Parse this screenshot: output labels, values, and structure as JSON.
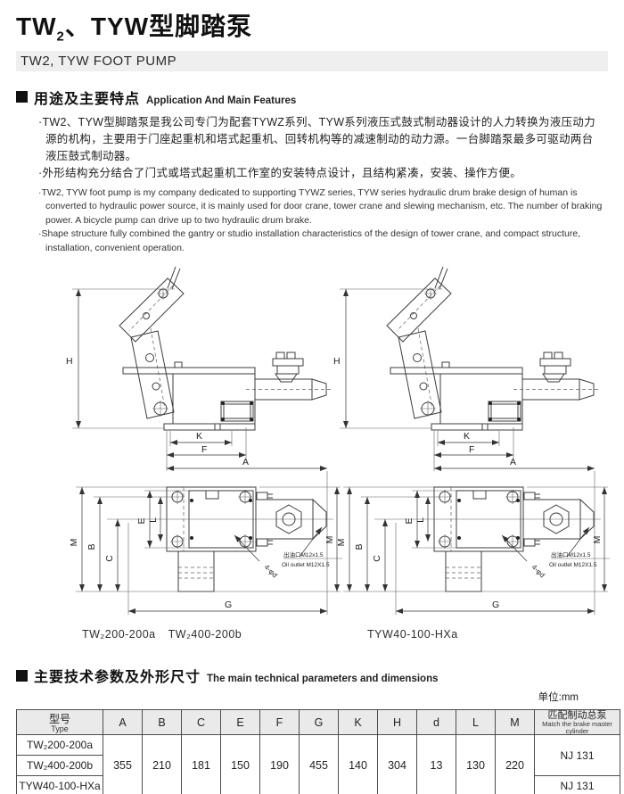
{
  "header": {
    "title_prefix": "TW",
    "title_sub": "2",
    "title_suffix": "、TYW型脚踏泵",
    "subtitle": "TW2, TYW FOOT PUMP"
  },
  "features": {
    "heading_zh": "用途及主要特点",
    "heading_en": "Application And Main Features",
    "bullets_zh": [
      "·TW2、TYW型脚踏泵是我公司专门为配套TYWZ系列、TYW系列液压式鼓式制动器设计的人力转换为液压动力源的机构，主要用于门座起重机和塔式起重机、回转机构等的减速制动的动力源。一台脚踏泵最多可驱动两台液压鼓式制动器。",
      "·外形结构充分结合了门式或塔式起重机工作室的安装特点设计，且结构紧凑，安装、操作方便。"
    ],
    "bullets_en": [
      "·TW2, TYW foot pump is my company dedicated to supporting TYWZ series, TYW series hydraulic drum brake design of human is converted to hydraulic power source, it is mainly used for door crane, tower crane and slewing mechanism, etc. The number of braking power. A bicycle pump can drive up to two hydraulic drum brake.",
      "·Shape structure fully combined the gantry or studio installation characteristics of the design of tower crane, and compact structure, installation, convenient operation."
    ]
  },
  "drawings": {
    "labels": {
      "H": "H",
      "K": "K",
      "F": "F",
      "A": "A",
      "M": "M",
      "B": "B",
      "C": "C",
      "E": "E",
      "L": "L",
      "M_right": "M",
      "G": "G",
      "holes": "4-φd",
      "oil_zh": "出油口M12x1.5",
      "oil_en": "Oil outlet M12X1.5"
    },
    "caption_left_1": "TW₂200-200a",
    "caption_left_2": "TW₂400-200b",
    "caption_right": "TYW40-100-HXa"
  },
  "params": {
    "heading_zh": "主要技术参数及外形尺寸",
    "heading_en": "The main technical parameters and dimensions",
    "unit_label": "单位:mm"
  },
  "table": {
    "col_type_zh": "型号",
    "col_type_en": "Type",
    "columns": [
      "A",
      "B",
      "C",
      "E",
      "F",
      "G",
      "K",
      "H",
      "d",
      "L",
      "M"
    ],
    "col_match_zh": "匹配制动总泵",
    "col_match_en": "Match the brake master cylinder",
    "types": [
      "TW₂200-200a",
      "TW₂400-200b",
      "TYW40-100-HXa"
    ],
    "values": [
      "355",
      "210",
      "181",
      "150",
      "190",
      "455",
      "140",
      "304",
      "13",
      "130",
      "220"
    ],
    "match_tw": "NJ 131",
    "match_tyw": "NJ 131"
  }
}
